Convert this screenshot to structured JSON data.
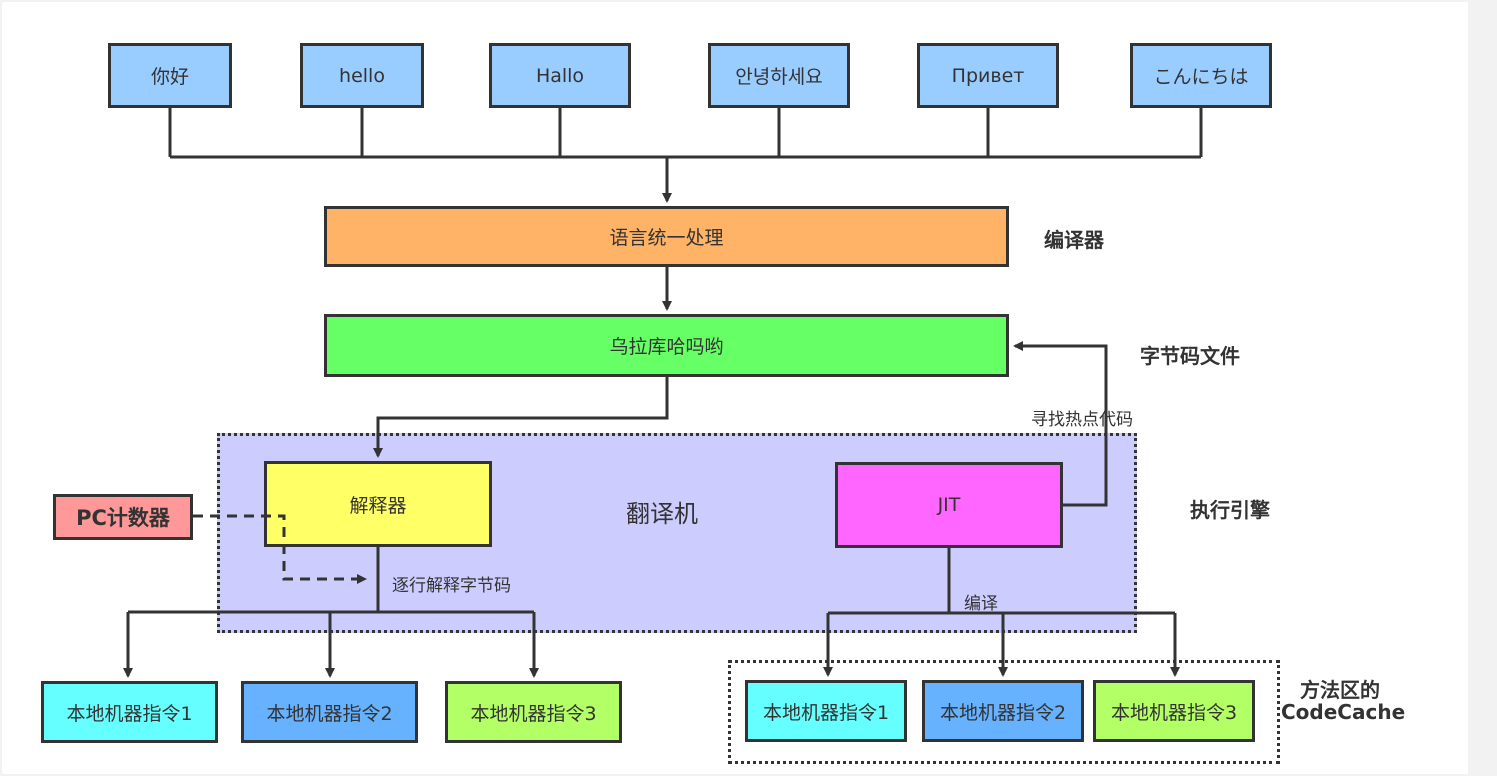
{
  "colors": {
    "language_box": "#99ccff",
    "compiler_box": "#ffb366",
    "bytecode_box": "#66ff66",
    "engine_region": "#ccccff",
    "interpreter_box": "#ffff66",
    "jit_box": "#ff66ff",
    "pc_box": "#ff9999",
    "native_1": "#66ffff",
    "native_2": "#66b2ff",
    "native_3": "#b3ff66",
    "line": "#333333"
  },
  "languages": [
    "你好",
    "hello",
    "Hallo",
    "안녕하세요",
    "Привет",
    "こんにちは"
  ],
  "nodes": {
    "unify": "语言统一处理",
    "bytecode": "乌拉库哈吗哟",
    "interpreter": "解释器",
    "translator": "翻译机",
    "jit": "JIT",
    "pc_counter": "PC计数器"
  },
  "side_labels": {
    "compiler": "编译器",
    "bytecode_file": "字节码文件",
    "execution_engine": "执行引擎",
    "method_area": "方法区的",
    "code_cache": "CodeCache"
  },
  "edge_labels": {
    "find_hot": "寻找热点代码",
    "interpret_line": "逐行解释字节码",
    "compile": "编译"
  },
  "native_left": [
    "本地机器指令1",
    "本地机器指令2",
    "本地机器指令3"
  ],
  "native_right": [
    "本地机器指令1",
    "本地机器指令2",
    "本地机器指令3"
  ]
}
